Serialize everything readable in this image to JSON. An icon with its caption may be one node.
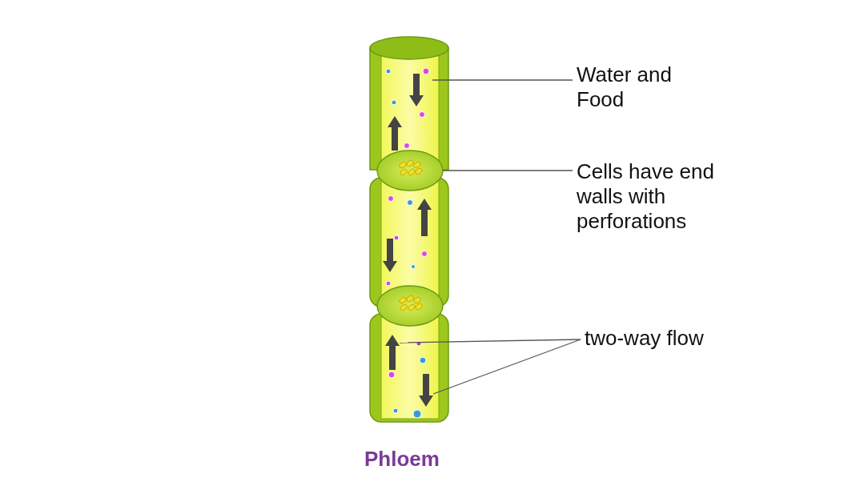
{
  "diagram": {
    "caption": "Phloem",
    "nodes": [
      {
        "text": [
          "Water and Food"
        ]
      },
      {
        "text": [
          "Cells have end walls with perforations"
        ]
      },
      {
        "text": [
          "two-way flow"
        ]
      },
      {
        "text": [],
        "shape": "circle"
      },
      {
        "text": [],
        "shape": "arrow"
      },
      {
        "text": [],
        "shape": "arrow"
      }
    ],
    "edges": [
      {
        "from": 0,
        "to": null,
        "arrow": "none"
      },
      {
        "from": 1,
        "to": 3,
        "arrow": "none"
      },
      {
        "from": 2,
        "to": 4,
        "arrow": "none"
      },
      {
        "from": 2,
        "to": 5,
        "arrow": "none"
      }
    ]
  }
}
